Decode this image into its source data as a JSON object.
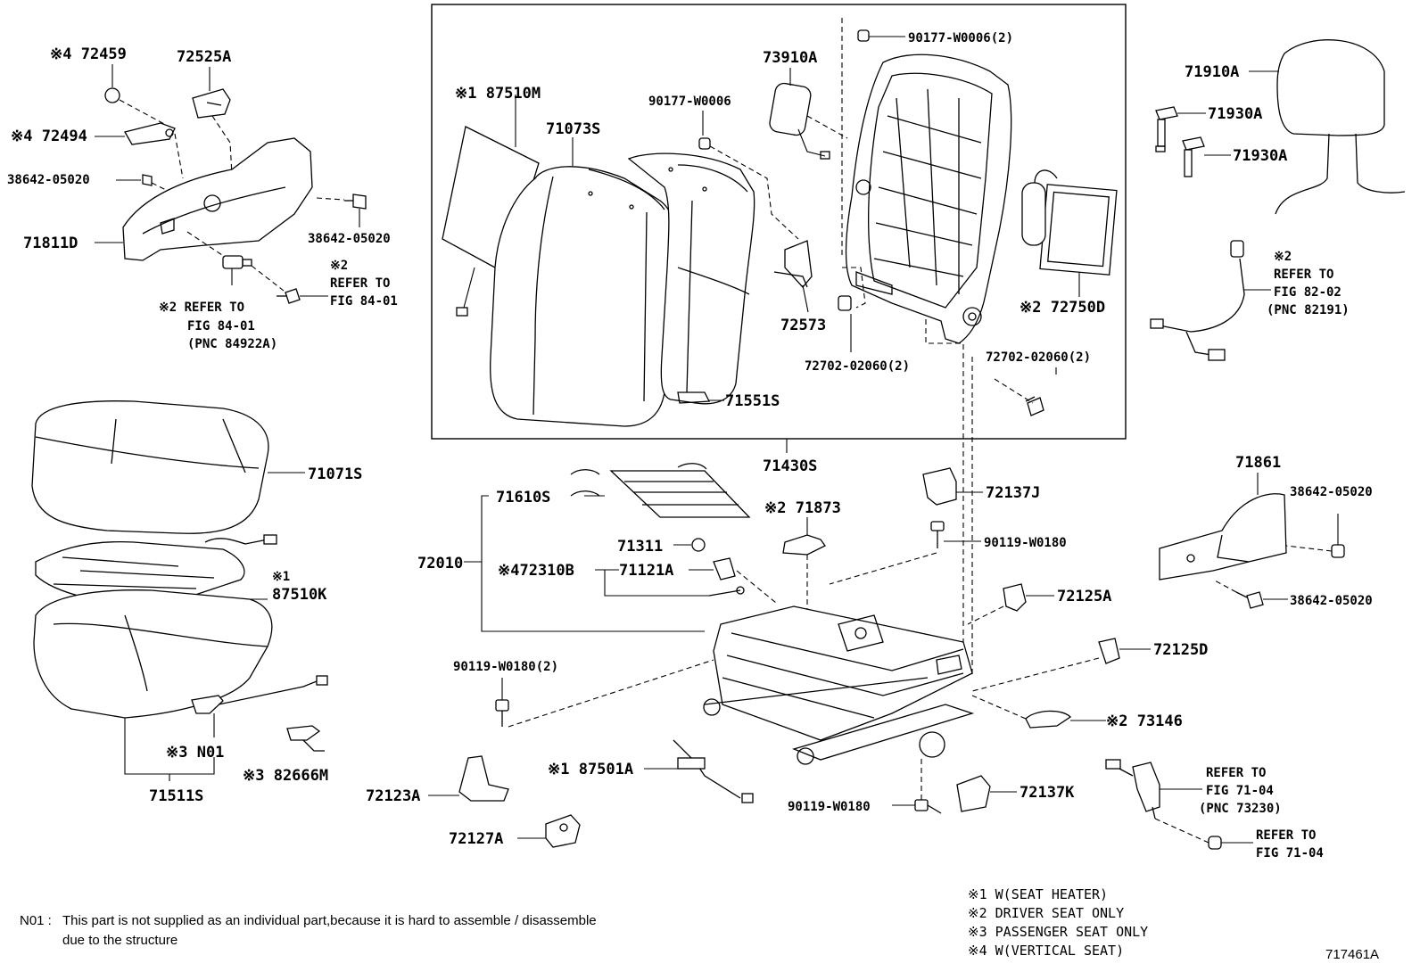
{
  "labels": {
    "l_72459": "※4 72459",
    "l_72525a": "72525A",
    "l_72494": "※4 72494",
    "l_38642_a": "38642-05020",
    "l_71811d": "71811D",
    "l_38642_b": "38642-05020",
    "l_ref8401_l1": "※2 REFER TO",
    "l_ref8401_l2": "FIG 84-01",
    "l_ref8401_l3": "(PNC 84922A)",
    "l_ref8401b_l0": "※2",
    "l_ref8401b_l1": "REFER TO",
    "l_ref8401b_l2": "FIG 84-01",
    "l_87510m": "※1 87510M",
    "l_71073s": "71073S",
    "l_90177_a": "90177-W0006",
    "l_90177_b": "90177-W0006(2)",
    "l_73910a": "73910A",
    "l_72573": "72573",
    "l_72702_a": "72702-02060(2)",
    "l_72702_b": "72702-02060(2)",
    "l_72750d": "※2 72750D",
    "l_71551s": "71551S",
    "l_71430s": "71430S",
    "l_71910a": "71910A",
    "l_71930a_1": "71930A",
    "l_71930a_2": "71930A",
    "l_ref8202_l0": "※2",
    "l_ref8202_l1": "REFER TO",
    "l_ref8202_l2": "FIG 82-02",
    "l_ref8202_l3": "(PNC 82191)",
    "l_71071s": "71071S",
    "l_87510k_0": "※1",
    "l_87510k": "87510K",
    "l_n01": "※3 N01",
    "l_82666m": "※3 82666M",
    "l_71511s": "71511S",
    "l_71610s": "71610S",
    "l_71873": "※2 71873",
    "l_72010": "72010",
    "l_71311": "71311",
    "l_72310b": "※472310B",
    "l_71121a": "71121A",
    "l_72137j": "72137J",
    "l_90119_a": "90119-W0180",
    "l_72125a": "72125A",
    "l_90119_b": "90119-W0180(2)",
    "l_72125d": "72125D",
    "l_73146": "※2 73146",
    "l_87501a": "※1 87501A",
    "l_72123a": "72123A",
    "l_72127a": "72127A",
    "l_90119_c": "90119-W0180",
    "l_72137k": "72137K",
    "l_ref7104_l1": "REFER TO",
    "l_ref7104_l2": "FIG 71-04",
    "l_ref7104_l3": "(PNC 73230)",
    "l_ref7104b_l1": "REFER TO",
    "l_ref7104b_l2": "FIG 71-04",
    "l_71861": "71861",
    "l_38642_c": "38642-05020",
    "l_38642_d": "38642-05020"
  },
  "notes": {
    "n1": "※1  W(SEAT  HEATER)",
    "n2": "※2  DRIVER  SEAT  ONLY",
    "n3": "※3  PASSENGER  SEAT  ONLY",
    "n4": "※4  W(VERTICAL  SEAT)"
  },
  "footnote": {
    "code": "N01 :",
    "line1": "This part is not supplied as an individual part,because it is hard to assemble / disassemble",
    "line2": "due to the structure"
  },
  "figure_number": "717461A"
}
